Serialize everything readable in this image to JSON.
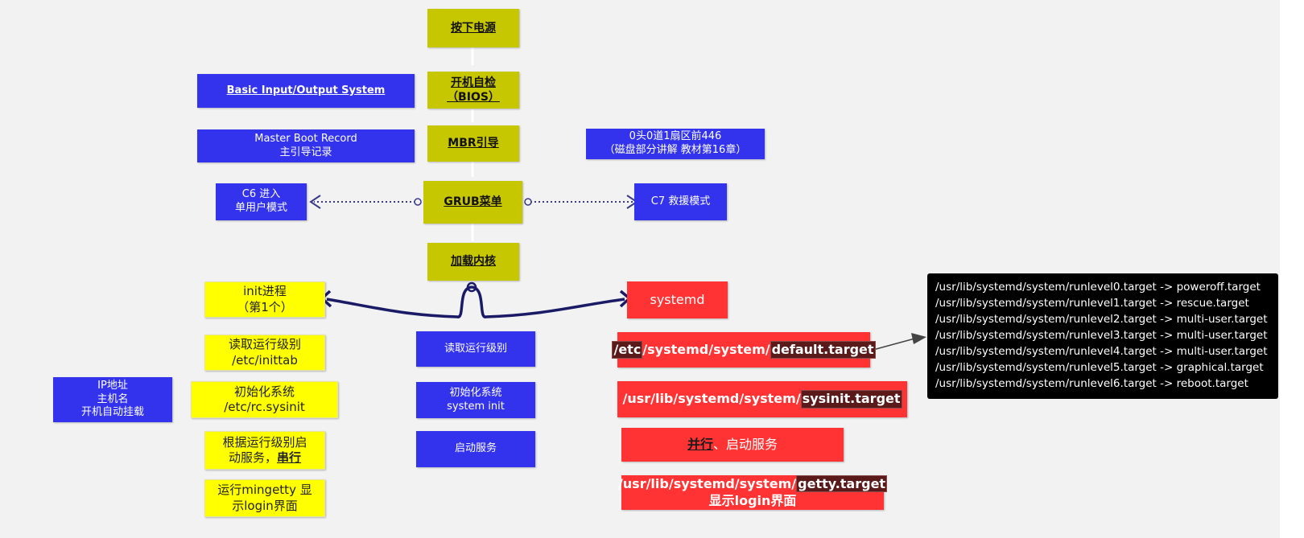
{
  "main_flow": {
    "power": "按下电源",
    "post": [
      "开机自检",
      "（BIOS）"
    ],
    "mbr": "MBR引导",
    "grub": "GRUB菜单",
    "kernel": "加载内核"
  },
  "notes": {
    "bios": "Basic Input/Output System",
    "mbr": [
      "Master Boot Record",
      "主引导记录"
    ],
    "disk": [
      "0头0道1扇区前446",
      "（磁盘部分讲解 教材第16章）"
    ],
    "c6": [
      "C6 进入",
      "单用户模式"
    ],
    "c7": "C7 救援模式"
  },
  "c6_flow": {
    "init": [
      "init进程",
      "（第1个）"
    ],
    "read_level": [
      "读取运行级别",
      "/etc/inittab"
    ],
    "sysinit": [
      "初始化系统",
      "/etc/rc.sysinit"
    ],
    "services": [
      "根据运行级别启",
      "动服务，",
      "串行"
    ],
    "mingetty": [
      "运行mingetty 显",
      "示login界面"
    ],
    "sysinit_note": [
      "IP地址",
      "主机名",
      "开机自动挂载"
    ]
  },
  "middle": {
    "read_level": "读取运行级别",
    "sysinit": [
      "初始化系统",
      "system init"
    ],
    "services": "启动服务"
  },
  "c7_flow": {
    "systemd": "systemd",
    "default_target": [
      "/etc",
      "/systemd/system/",
      "default.target"
    ],
    "sysinit_target": [
      "/usr/lib/systemd/system/",
      "sysinit.target"
    ],
    "services": [
      "并行",
      "、启动服务"
    ],
    "getty": [
      "/usr/lib/systemd/system/",
      "getty.target",
      "显示login界面"
    ]
  },
  "runlevels": [
    "/usr/lib/systemd/system/runlevel0.target -> poweroff.target",
    "/usr/lib/systemd/system/runlevel1.target -> rescue.target",
    "/usr/lib/systemd/system/runlevel2.target -> multi-user.target",
    "/usr/lib/systemd/system/runlevel3.target -> multi-user.target",
    "/usr/lib/systemd/system/runlevel4.target -> multi-user.target",
    "/usr/lib/systemd/system/runlevel5.target -> graphical.target",
    "/usr/lib/systemd/system/runlevel6.target -> reboot.target"
  ],
  "colors": {
    "olive": "#c7c700",
    "blue": "#3333ee",
    "yellow": "#ffff00",
    "red": "#ff3333",
    "navy_arrow": "#1a1a66",
    "terminal_bg": "#000000"
  }
}
